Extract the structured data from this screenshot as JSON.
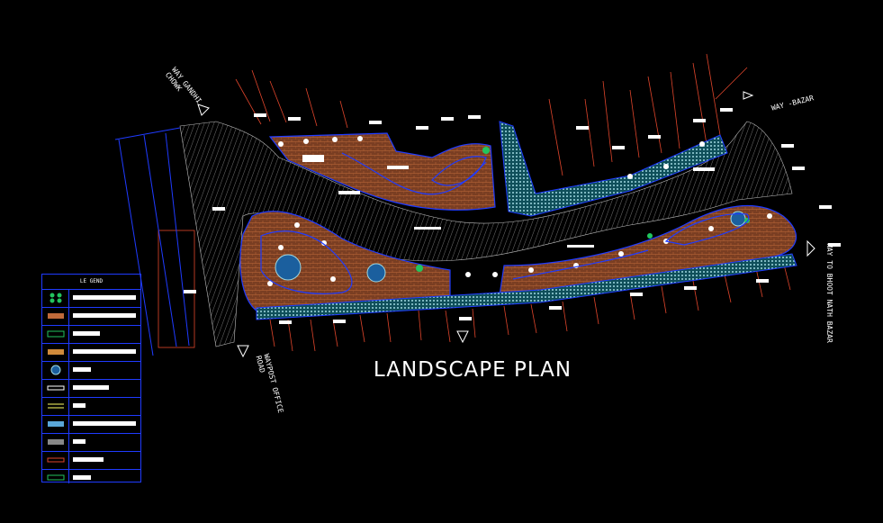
{
  "drawing": {
    "title": "LANDSCAPE PLAN",
    "colors": {
      "background": "#000000",
      "boundary": "#1f3bff",
      "road_hatch": "#9a9a9a",
      "garden_brick": "#8b4a2a",
      "paving": "#9fd7e0",
      "plot_lines": "#e0452b",
      "text": "#ffffff",
      "green": "#22c55e"
    }
  },
  "road_labels": {
    "way_gandhi_chowk_line1": "WAY GANDHI",
    "way_gandhi_chowk_line2": "CHOWK",
    "way_bazar": "WAY -BAZAR",
    "way_bhoot_nath": "WAY TO BHOOT NATH BAZAR",
    "way_post_office_line1": "WAYPOST OFFICE",
    "way_post_office_line2": "ROAD"
  },
  "legend": {
    "title": "LE GEND",
    "items": [
      {
        "symbol": "tree-icon"
      },
      {
        "symbol": "brick-paving-swatch"
      },
      {
        "symbol": "lawn-swatch"
      },
      {
        "symbol": "flower-bed-swatch"
      },
      {
        "symbol": "fountain-icon"
      },
      {
        "symbol": "footpath-swatch"
      },
      {
        "symbol": "double-line-swatch"
      },
      {
        "symbol": "water-swatch"
      },
      {
        "symbol": "stone-paving-swatch"
      },
      {
        "symbol": "red-border-swatch"
      },
      {
        "symbol": "green-hedge-swatch"
      }
    ]
  }
}
